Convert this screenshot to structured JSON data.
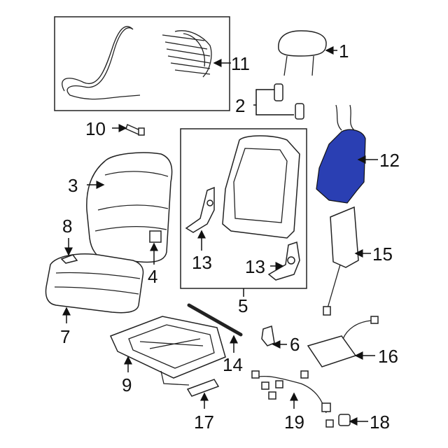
{
  "diagram": {
    "title": "",
    "accent_color": "#2a3fb3",
    "callouts": [
      {
        "id": "1",
        "label": "1"
      },
      {
        "id": "2",
        "label": "2"
      },
      {
        "id": "3",
        "label": "3"
      },
      {
        "id": "4",
        "label": "4"
      },
      {
        "id": "5",
        "label": "5"
      },
      {
        "id": "6",
        "label": "6"
      },
      {
        "id": "7",
        "label": "7"
      },
      {
        "id": "8",
        "label": "8"
      },
      {
        "id": "9",
        "label": "9"
      },
      {
        "id": "10",
        "label": "10"
      },
      {
        "id": "11",
        "label": "11"
      },
      {
        "id": "12",
        "label": "12"
      },
      {
        "id": "13a",
        "label": "13"
      },
      {
        "id": "13b",
        "label": "13"
      },
      {
        "id": "14",
        "label": "14"
      },
      {
        "id": "15",
        "label": "15"
      },
      {
        "id": "16",
        "label": "16"
      },
      {
        "id": "17",
        "label": "17"
      },
      {
        "id": "18",
        "label": "18"
      },
      {
        "id": "19",
        "label": "19"
      }
    ]
  }
}
